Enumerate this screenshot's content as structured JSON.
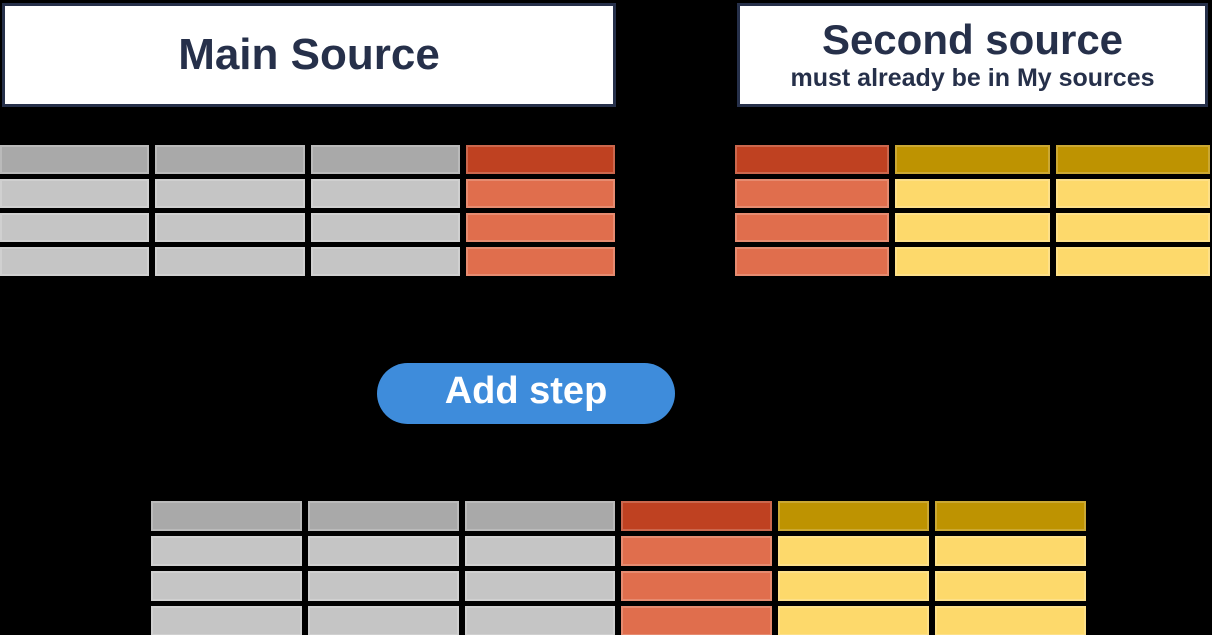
{
  "colors": {
    "background": "#000000",
    "navy": "#26304A",
    "box-bg": "#FFFFFF",
    "cell-gray-header": "#A9A9A9",
    "cell-gray": "#C5C5C5",
    "cell-red-header": "#BF4121",
    "cell-red": "#E06E4D",
    "cell-gold-header": "#BE9301",
    "cell-gold": "#FDD96B",
    "button-bg": "#3E8CDB",
    "button-text": "#FFFFFF"
  },
  "main_source": {
    "title": "Main Source"
  },
  "second_source": {
    "title": "Second source",
    "subtitle": "must already be in My sources"
  },
  "button": {
    "label": "Add step"
  },
  "tables": {
    "main": {
      "rows": 4,
      "columns": [
        "gray",
        "gray",
        "gray",
        "red"
      ]
    },
    "second": {
      "rows": 4,
      "columns": [
        "red",
        "gold",
        "gold"
      ]
    },
    "result": {
      "rows": 4,
      "columns": [
        "gray",
        "gray",
        "gray",
        "red",
        "gold",
        "gold"
      ]
    }
  }
}
